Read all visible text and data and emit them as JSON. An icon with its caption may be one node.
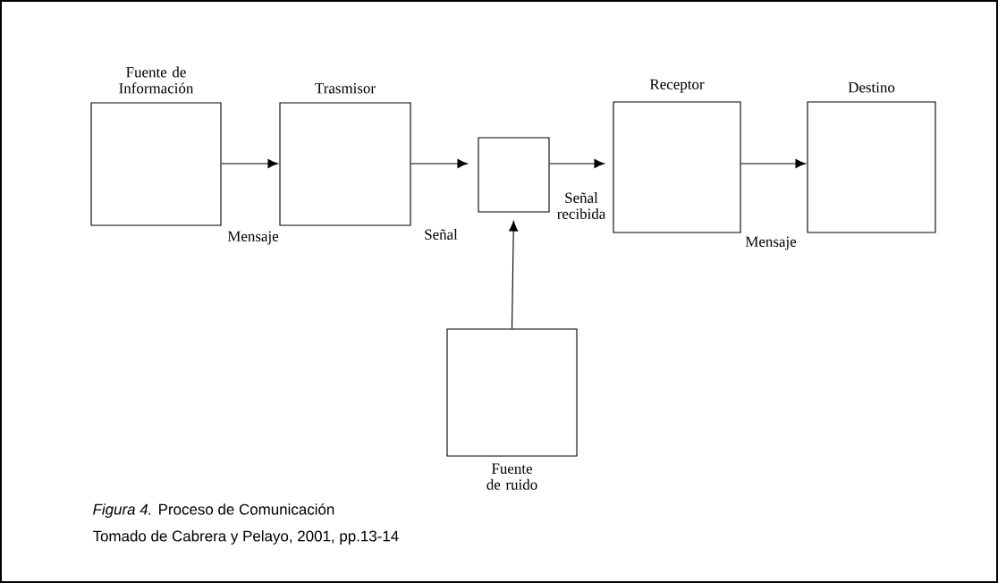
{
  "diagram": {
    "caption": "*Figura 4.* Proceso de Comunicación",
    "nodes": [
      {
        "text": [
          "Fuente de Información"
        ]
      },
      {
        "text": [
          "Trasmisor"
        ]
      },
      {
        "text": [],
        "shape": "box"
      },
      {
        "text": [
          "Receptor"
        ]
      },
      {
        "text": [
          "Destino"
        ]
      },
      {
        "text": [
          "Fuente de ruido"
        ]
      }
    ],
    "edges": [
      {
        "from": 0,
        "to": 1,
        "arrow": "to",
        "label": "Mensaje"
      },
      {
        "from": 1,
        "to": 2,
        "arrow": "to",
        "label": "Señal"
      },
      {
        "from": 2,
        "to": 3,
        "arrow": "to",
        "label": "Señal recibida"
      },
      {
        "from": 3,
        "to": 4,
        "arrow": "to",
        "label": "Mensaje"
      },
      {
        "from": 5,
        "to": 2,
        "arrow": "to"
      }
    ],
    "labels": [
      "Tomado de Cabrera y Pelayo, 2001, pp.13-14"
    ]
  }
}
